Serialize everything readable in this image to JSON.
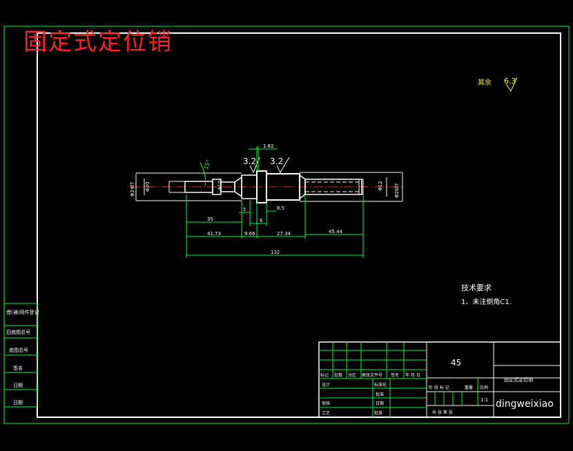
{
  "title": "固定式定位销",
  "roughness": {
    "prefix": "其余",
    "value": "6.3"
  },
  "surface_marks": [
    "3.2",
    "3.2"
  ],
  "dimensions": {
    "chamfer_top": "1.62",
    "angle": "15°",
    "d_left": "Φ20",
    "d_left_tol": "Φ24f7",
    "d_mid": "Φ10",
    "d_right": "Φ12",
    "d_right_tol": "Φ26f7",
    "l35": "35",
    "l5": "5",
    "l6": "6",
    "l85": "8.5",
    "l4173": "41.73",
    "l966": "9.66",
    "l2734": "27.34",
    "l4544": "45.44",
    "total": "132"
  },
  "tech_req": {
    "title": "技术要求",
    "item": "1、未注倒角C1."
  },
  "sidebar": [
    "借(通)用件登记",
    "旧底图总号",
    "底图总号",
    "签名",
    "日期",
    "日期"
  ],
  "title_block": {
    "material": "45",
    "part_name": "固定式定位销",
    "row_headers": [
      "标记",
      "处数",
      "分区",
      "更改文件号",
      "签名",
      "年 月 日"
    ],
    "left_labels": [
      "设计",
      "审核",
      "工艺"
    ],
    "mid_labels": [
      "标准化",
      "批准",
      "日期",
      "批准"
    ],
    "stage_labels": [
      "阶 段 标 记",
      "重量",
      "比例"
    ],
    "scale": "1:1",
    "sheet_info": "共  张  第  张",
    "company": "dingweixiao"
  }
}
